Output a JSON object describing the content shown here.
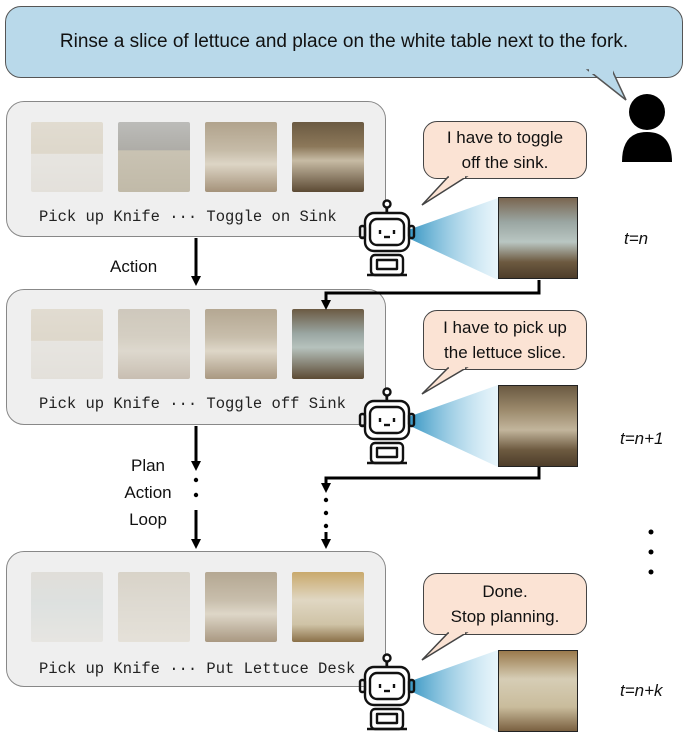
{
  "instruction": "Rinse a slice of lettuce and place on the white table next to the fork.",
  "steps": [
    {
      "caption": "Pick up Knife ··· Toggle on Sink",
      "thought": [
        "I have to toggle",
        "off the sink."
      ],
      "time": "t=n"
    },
    {
      "caption": "Pick up Knife ··· Toggle off Sink",
      "thought": [
        "I have to pick up",
        "the lettuce slice."
      ],
      "time": "t=n+1"
    },
    {
      "caption": "Pick up Knife ··· Put Lettuce Desk",
      "thought": [
        "Done.",
        "Stop planning."
      ],
      "time": "t=n+k"
    }
  ],
  "labels": {
    "action": "Action",
    "loop": [
      "Plan",
      "Action",
      "Loop"
    ]
  },
  "colors": {
    "instruction_bg": "#b9d9ea",
    "bubble_bg": "#fbe3d4",
    "panel_bg": "#efefef",
    "view_beam": "#2a8fbf"
  },
  "icons": {
    "user": "person-icon",
    "agent": "robot-icon"
  }
}
